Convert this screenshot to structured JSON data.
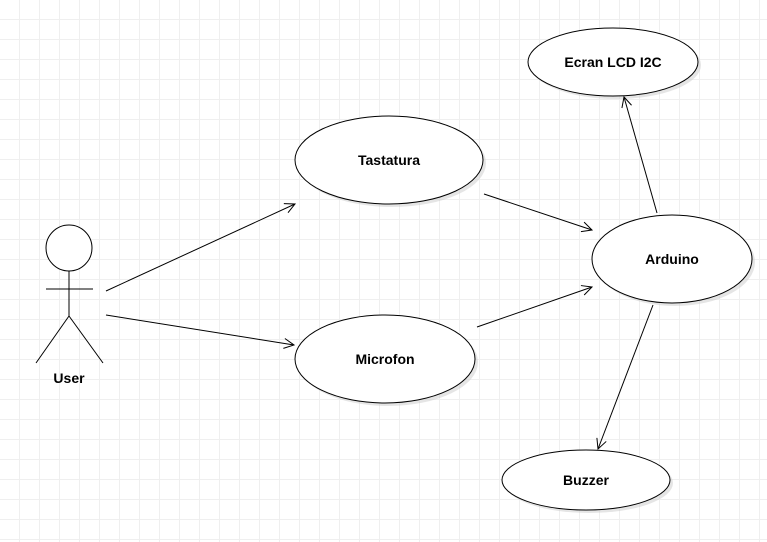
{
  "diagram": {
    "actor": {
      "label": "User"
    },
    "nodes": {
      "tastatura": "Tastatura",
      "microfon": "Microfon",
      "arduino": "Arduino",
      "lcd": "Ecran LCD I2C",
      "buzzer": "Buzzer"
    }
  },
  "colors": {
    "stroke": "#000000",
    "fill": "#ffffff",
    "grid": "#efefef",
    "shadow": "#cccccc"
  }
}
